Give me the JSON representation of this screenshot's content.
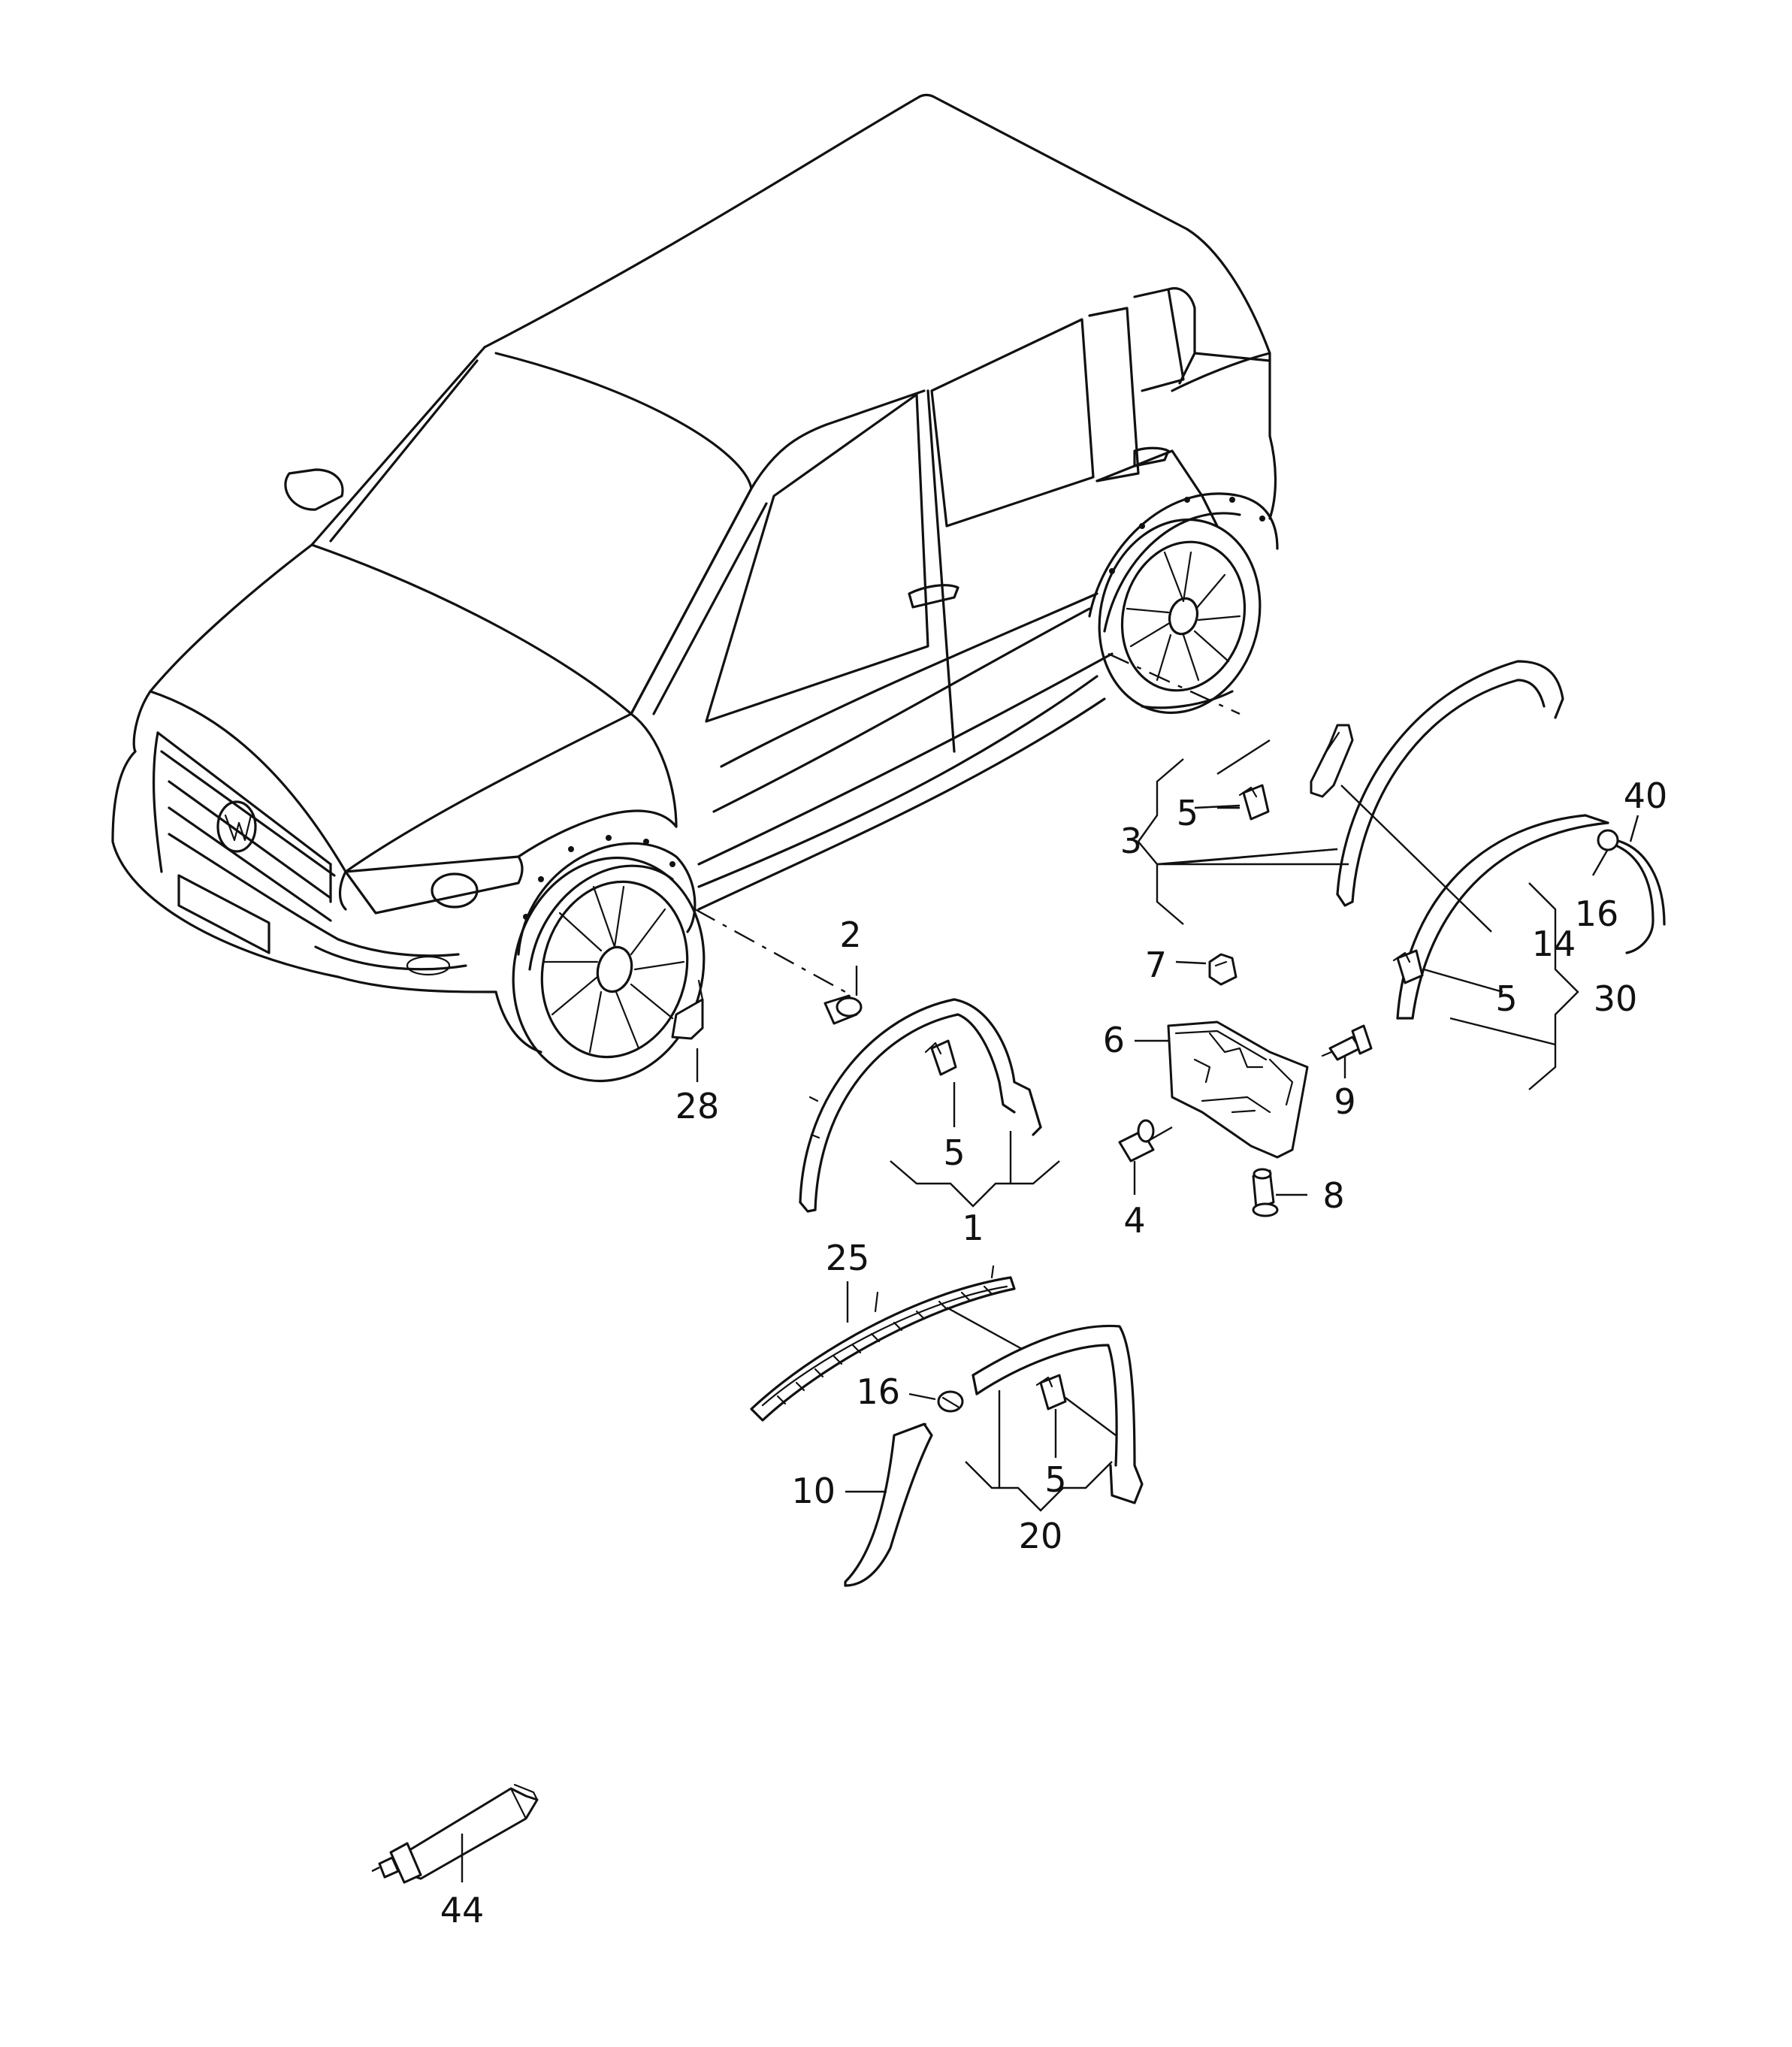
{
  "labels": {
    "l1": "1",
    "l2": "2",
    "l3": "3",
    "l4": "4",
    "l5a": "5",
    "l5b": "5",
    "l5c": "5",
    "l5d": "5",
    "l6": "6",
    "l7": "7",
    "l8": "8",
    "l9": "9",
    "l10": "10",
    "l14": "14",
    "l16a": "16",
    "l16b": "16",
    "l20": "20",
    "l25": "25",
    "l28": "28",
    "l30": "30",
    "l40": "40",
    "l44": "44"
  }
}
